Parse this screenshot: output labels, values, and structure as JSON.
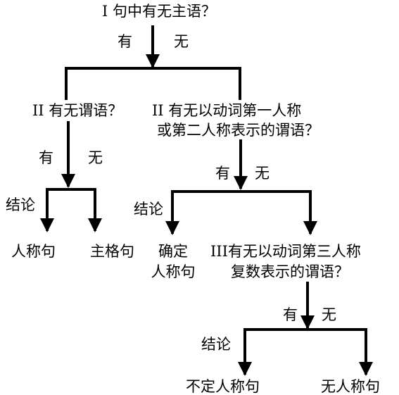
{
  "q1": {
    "text": "I 句中有无主语？",
    "yes": "有",
    "no": "无"
  },
  "q2": {
    "text": "II 有无谓语？",
    "yes": "有",
    "no": "无",
    "conclusion": "结论"
  },
  "q3": {
    "line1": "II 有无以动词第一人称",
    "line2": "或第二人称表示的谓语？",
    "yes": "有",
    "no": "无",
    "conclusion": "结论"
  },
  "q4": {
    "line1": "III有无以动词第三人称",
    "line2": "复数表示的谓语？",
    "yes": "有",
    "no": "无",
    "conclusion": "结论"
  },
  "results": {
    "personal": "人称句",
    "nominative": "主格句",
    "definite_line1": "确定",
    "definite_line2": "人称句",
    "indefinite": "不定人称句",
    "impersonal": "无人称句"
  }
}
